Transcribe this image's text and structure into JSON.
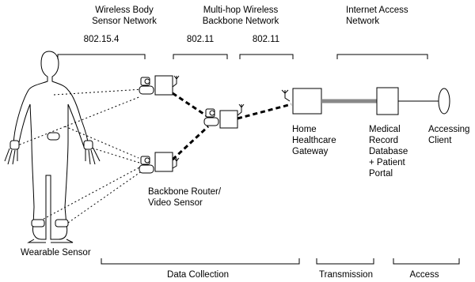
{
  "colors": {
    "line": "#000000",
    "backbone_cable": "#888888",
    "background": "#ffffff"
  },
  "headers": {
    "wban": "Wireless Body\nSensor Network",
    "multihop": "Multi-hop Wireless\nBackbone Network",
    "internet": "Internet Access\nNetwork"
  },
  "protocols": {
    "ieee_802_15_4": "802.15.4",
    "ieee_802_11_a": "802.11",
    "ieee_802_11_b": "802.11"
  },
  "components": {
    "gateway": "Home\nHealthcare\nGateway",
    "database": "Medical\nRecord\nDatabase\n+ Patient\nPortal",
    "client": "Accessing\nClient",
    "router": "Backbone Router/\nVideo Sensor",
    "wearable": "Wearable Sensor"
  },
  "phases": {
    "collection": "Data Collection",
    "transmission": "Transmission",
    "access": "Access"
  }
}
